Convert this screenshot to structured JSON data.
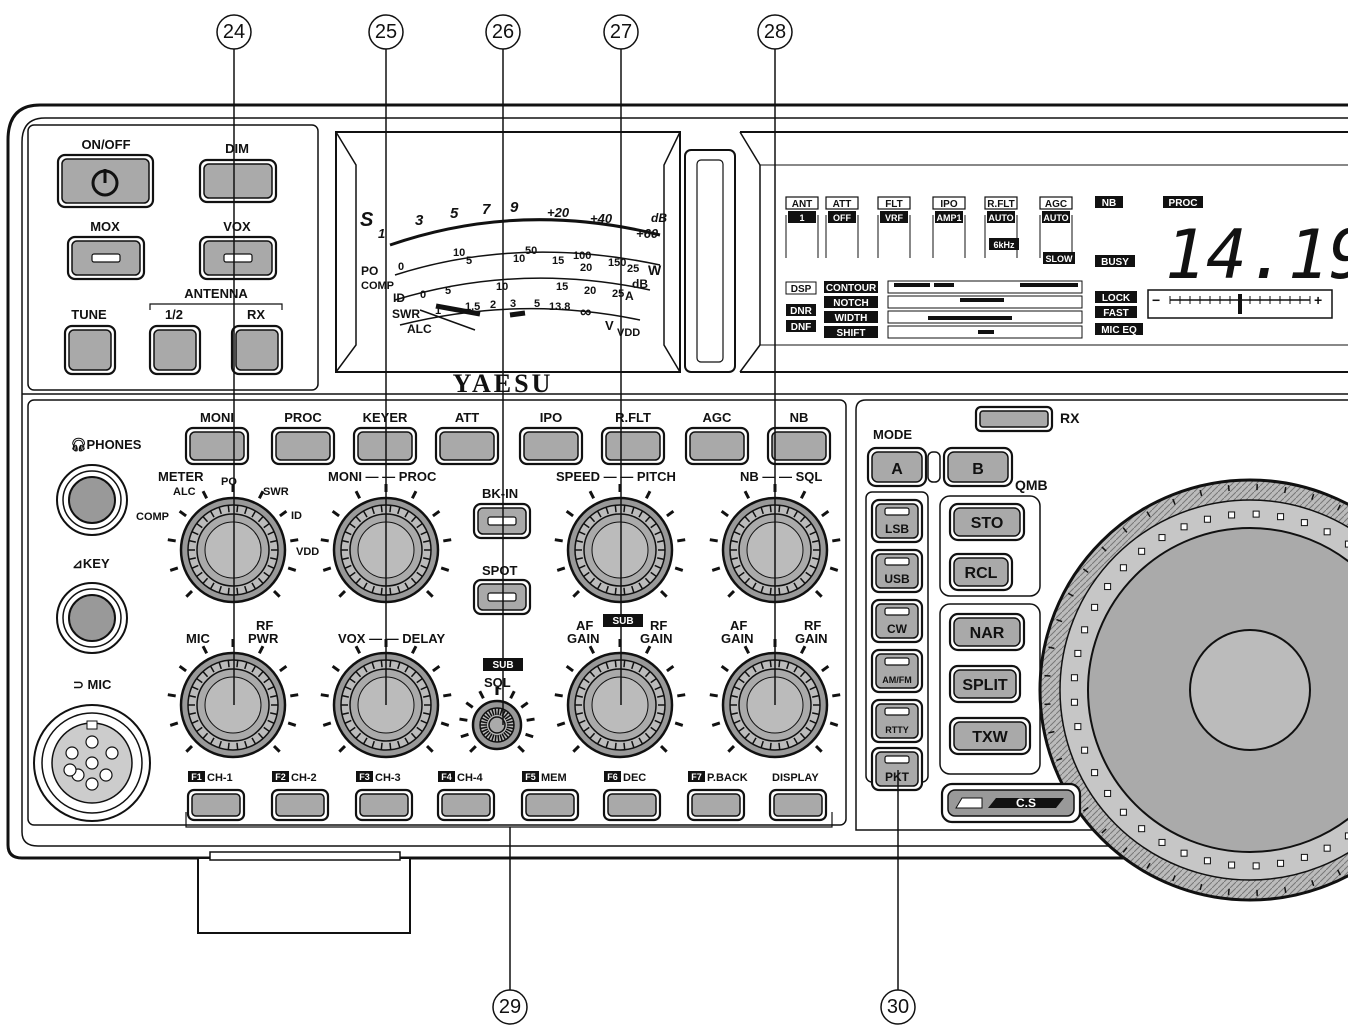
{
  "callouts": [
    "24",
    "25",
    "26",
    "27",
    "28",
    "29",
    "30"
  ],
  "brand": "YAESU",
  "left_panel": {
    "on_off": "ON/OFF",
    "dim": "DIM",
    "mox": "MOX",
    "vox": "VOX",
    "tune": "TUNE",
    "antenna": "ANTENNA",
    "ant_1_2": "1/2",
    "ant_rx": "RX"
  },
  "meter": {
    "s_label": "S",
    "s_scale": [
      "1",
      "3",
      "5",
      "7",
      "9",
      "+20",
      "+40",
      "+60"
    ],
    "db_label": "dB",
    "po_scale": [
      "10",
      "50",
      "100",
      "150",
      "W"
    ],
    "po_label": "PO",
    "comp_label": "COMP",
    "comp_scale": [
      "0",
      "5",
      "10",
      "15",
      "20",
      "25",
      "dB"
    ],
    "id_label": "ID",
    "id_scale": [
      "0",
      "5",
      "10",
      "15",
      "20",
      "25",
      "A"
    ],
    "swr_label": "SWR",
    "swr_scale": [
      "1",
      "1.5",
      "2",
      "3",
      "5",
      "13.8",
      "∞"
    ],
    "alc_label": "ALC",
    "vdd_label": "VDD",
    "v_label": "V"
  },
  "display": {
    "top_labels": [
      "ANT",
      "ATT",
      "FLT",
      "IPO",
      "R.FLT",
      "AGC"
    ],
    "top_values": [
      "1",
      "OFF",
      "VRF",
      "AMP1",
      "AUTO",
      "AUTO"
    ],
    "rflt_width": "6kHz",
    "agc_slow": "SLOW",
    "nb": "NB",
    "proc": "PROC",
    "busy": "BUSY",
    "freq": "14.19",
    "dsp": "DSP",
    "dnr": "DNR",
    "dnf": "DNF",
    "dsp_rows": [
      "CONTOUR",
      "NOTCH",
      "WIDTH",
      "SHIFT"
    ],
    "lock": "LOCK",
    "fast": "FAST",
    "mic_eq": "MIC EQ",
    "minus": "−",
    "plus": "+"
  },
  "top_row_buttons": [
    "MONI",
    "PROC",
    "KEYER",
    "ATT",
    "IPO",
    "R.FLT",
    "AGC",
    "NB"
  ],
  "jacks": {
    "phones": "PHONES",
    "key": "KEY",
    "mic": "MIC"
  },
  "knobs": {
    "meter": "METER",
    "alc": "ALC",
    "po": "PO",
    "swr": "SWR",
    "comp": "COMP",
    "id": "ID",
    "vdd": "VDD",
    "moni_proc": "MONI — — PROC",
    "bkin": "BK-IN",
    "spot": "SPOT",
    "speed_pitch": "SPEED — — PITCH",
    "nb_sql": "NB — — SQL",
    "mic": "MIC",
    "rf_pwr_rf": "RF",
    "pwr": "PWR",
    "vox_delay": "VOX — — DELAY",
    "af": "AF",
    "gain": "GAIN",
    "rf": "RF",
    "sub": "SUB",
    "sql": "SQL"
  },
  "fkeys": [
    {
      "tag": "F1",
      "label": "CH-1"
    },
    {
      "tag": "F2",
      "label": "CH-2"
    },
    {
      "tag": "F3",
      "label": "CH-3"
    },
    {
      "tag": "F4",
      "label": "CH-4"
    },
    {
      "tag": "F5",
      "label": "MEM"
    },
    {
      "tag": "F6",
      "label": "DEC"
    },
    {
      "tag": "F7",
      "label": "P.BACK"
    },
    {
      "tag": "",
      "label": "DISPLAY"
    }
  ],
  "right_panel": {
    "rx": "RX",
    "mode": "MODE",
    "a": "A",
    "b": "B",
    "qmb": "QMB",
    "modes": [
      "LSB",
      "USB",
      "CW",
      "AM/FM",
      "RTTY",
      "PKT"
    ],
    "sto": "STO",
    "rcl": "RCL",
    "nar": "NAR",
    "split": "SPLIT",
    "txw": "TXW",
    "cs": "C.S"
  }
}
